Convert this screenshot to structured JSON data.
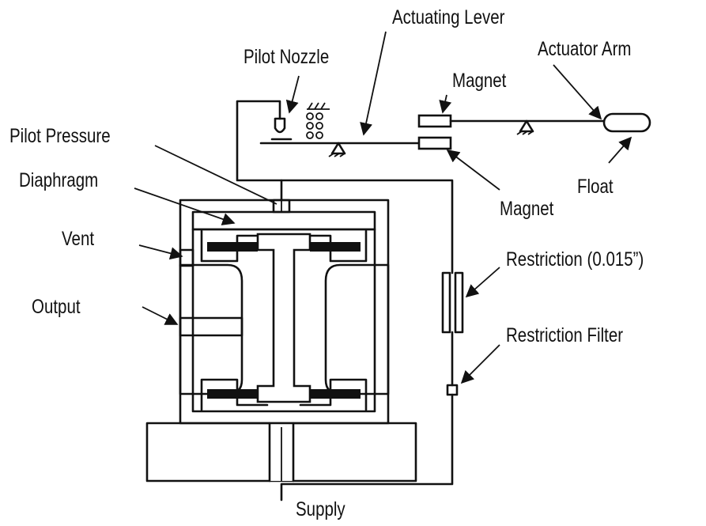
{
  "diagram": {
    "labels": {
      "actuating_lever": "Actuating Lever",
      "pilot_nozzle": "Pilot Nozzle",
      "actuator_arm": "Actuator Arm",
      "magnet_top": "Magnet",
      "magnet_bottom": "Magnet",
      "pilot_pressure": "Pilot Pressure",
      "diaphragm": "Diaphragm",
      "float": "Float",
      "vent": "Vent",
      "restriction": "Restriction (0.015”)",
      "output": "Output",
      "restriction_filter": "Restriction Filter",
      "supply": "Supply"
    },
    "colors": {
      "line": "#111111",
      "background": "#ffffff",
      "diaphragm_pad": "#111111"
    }
  }
}
